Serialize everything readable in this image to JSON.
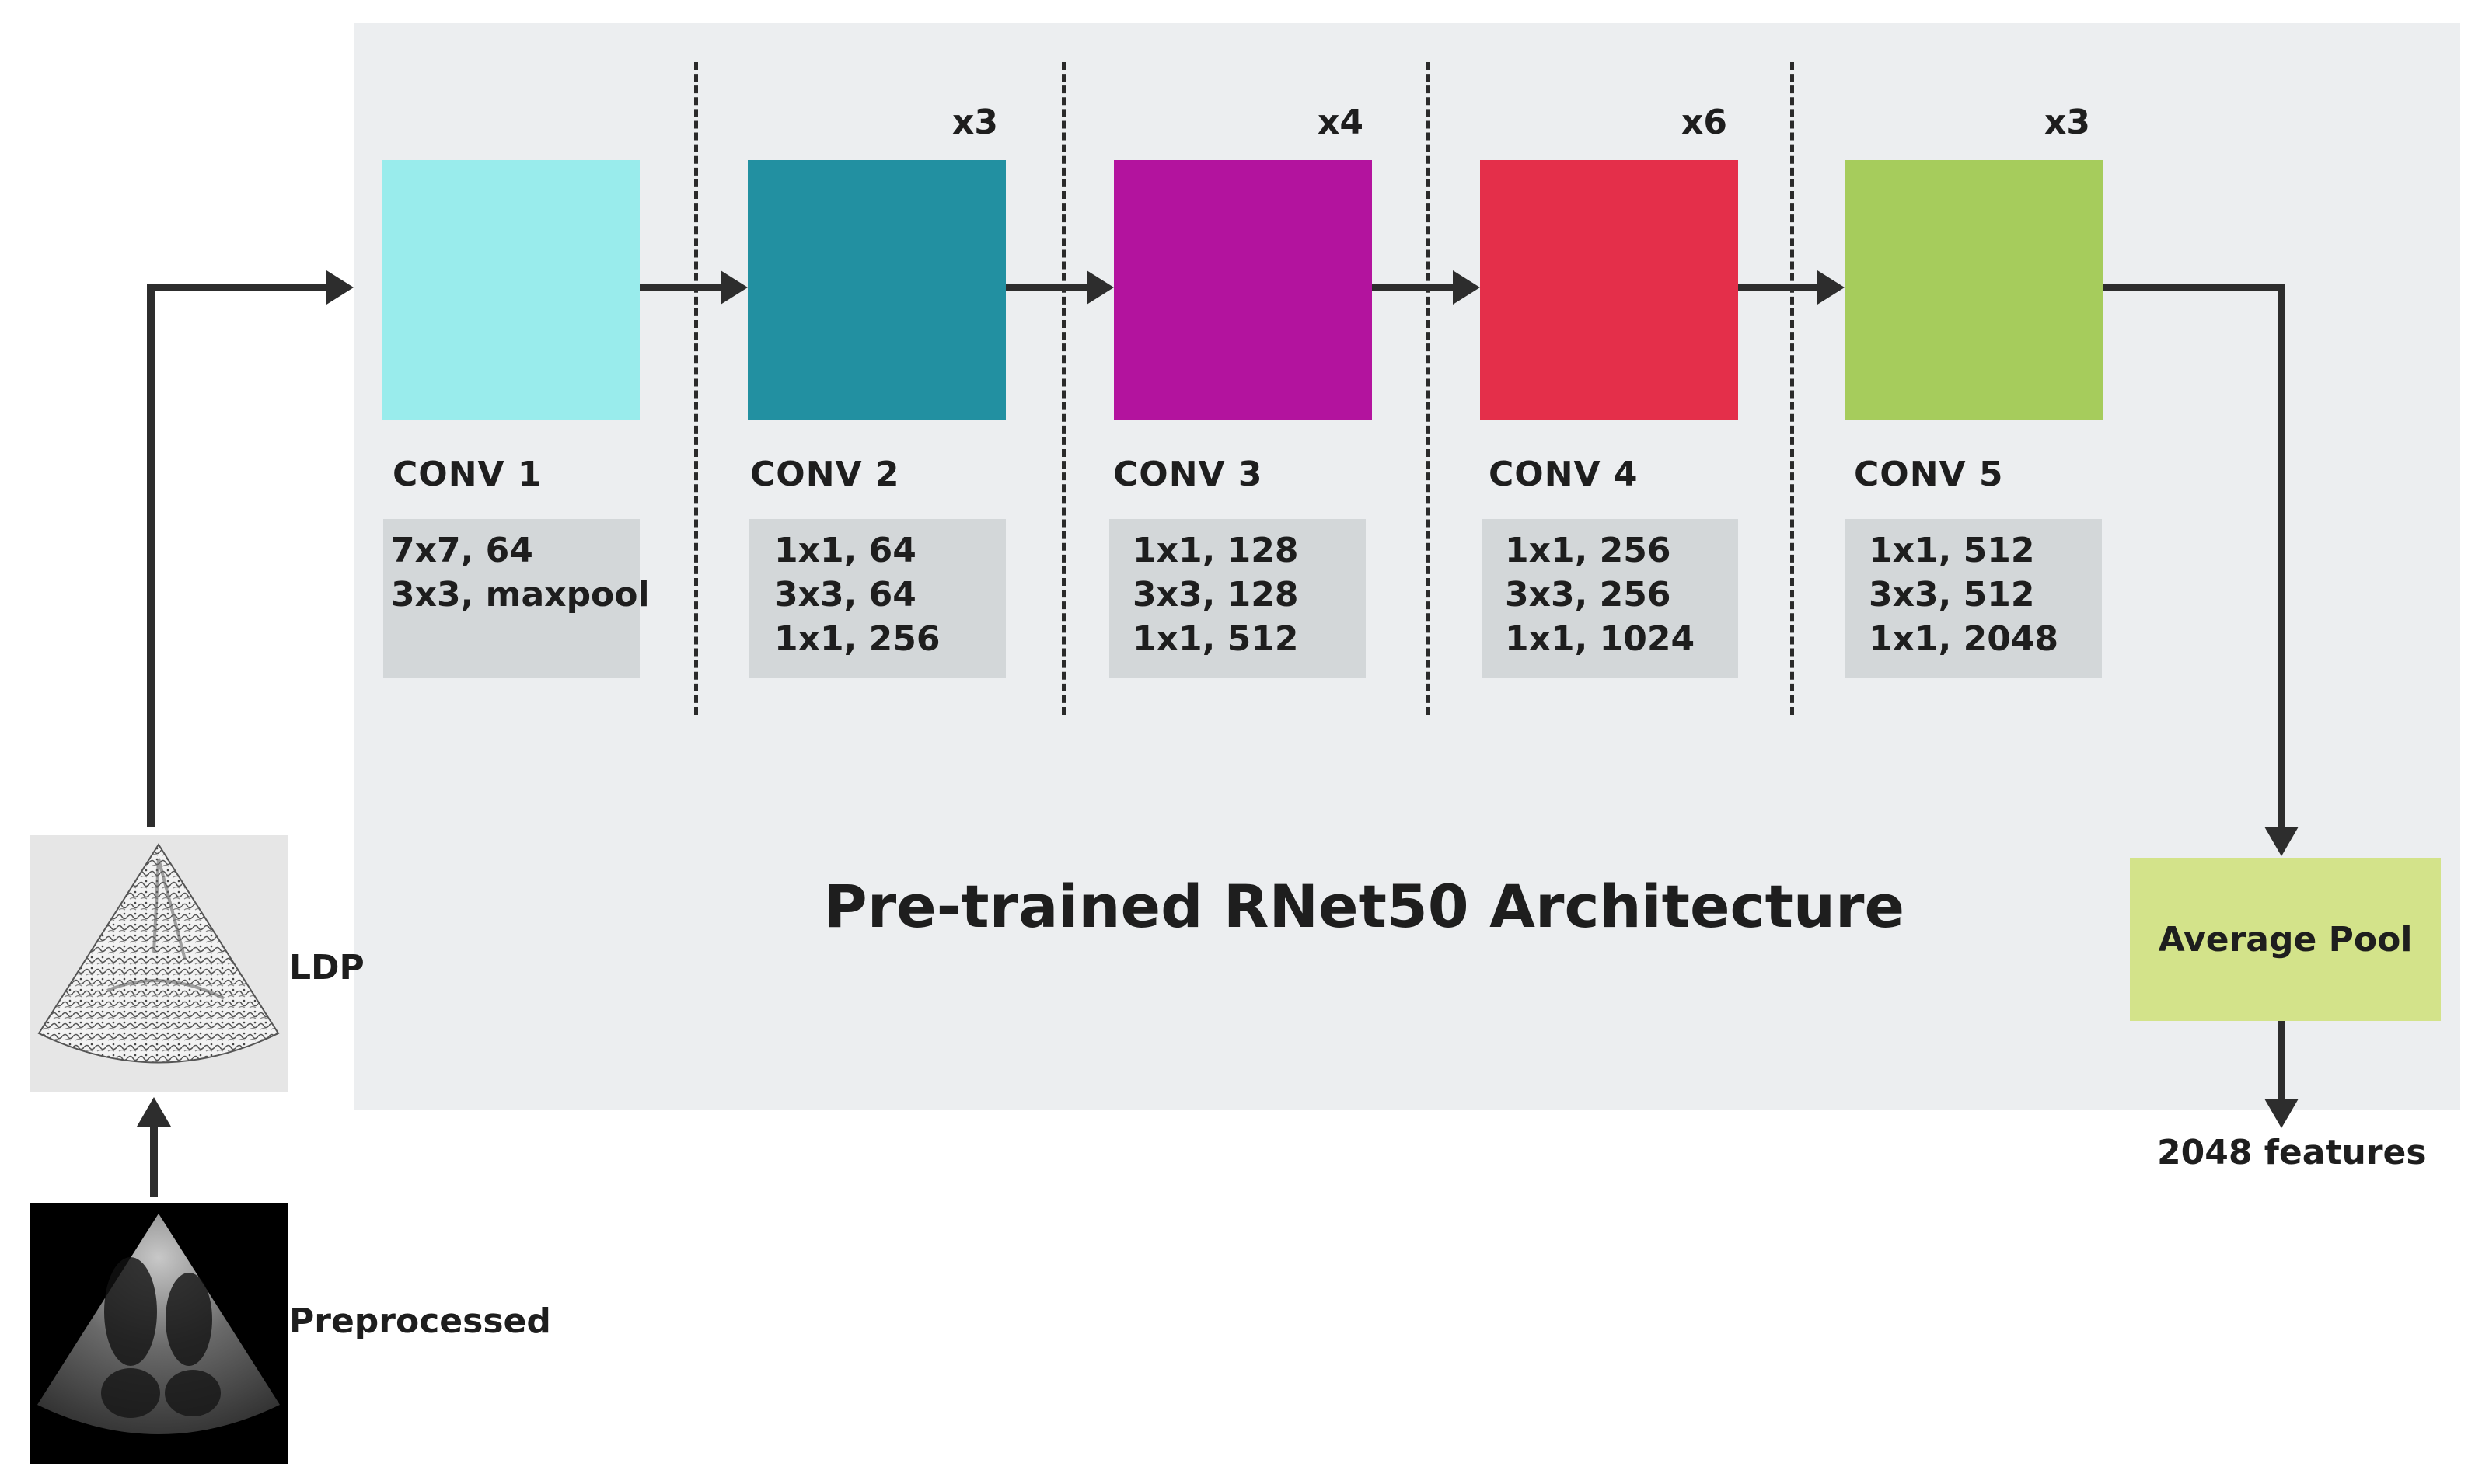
{
  "diagram": {
    "caption": "Pre-trained RNet50 Architecture",
    "stages": [
      {
        "label": "CONV 1",
        "multiplier": "",
        "color": "#99ecec",
        "specs": [
          "7x7, 64",
          "3x3, maxpool"
        ]
      },
      {
        "label": "CONV 2",
        "multiplier": "x3",
        "color": "#2290a1",
        "specs": [
          "1x1, 64",
          "3x3, 64",
          "1x1, 256"
        ]
      },
      {
        "label": "CONV 3",
        "multiplier": "x4",
        "color": "#b3139e",
        "specs": [
          "1x1, 128",
          "3x3, 128",
          "1x1, 512"
        ]
      },
      {
        "label": "CONV 4",
        "multiplier": "x6",
        "color": "#e42f4a",
        "specs": [
          "1x1, 256",
          "3x3, 256",
          "1x1, 1024"
        ]
      },
      {
        "label": "CONV 5",
        "multiplier": "x3",
        "color": "#a6cc5c",
        "specs": [
          "1x1, 512",
          "3x3, 512",
          "1x1, 2048"
        ]
      }
    ],
    "average_pool": "Average Pool",
    "output": "2048 features",
    "inputs": {
      "ldp_label": "LDP",
      "preprocessed_label": "Preprocessed"
    },
    "colors": {
      "panel": "#eceef0",
      "spec_box": "#d3d7d9",
      "average_pool": "#d3e38a",
      "arrow": "#2d2d2d"
    }
  }
}
